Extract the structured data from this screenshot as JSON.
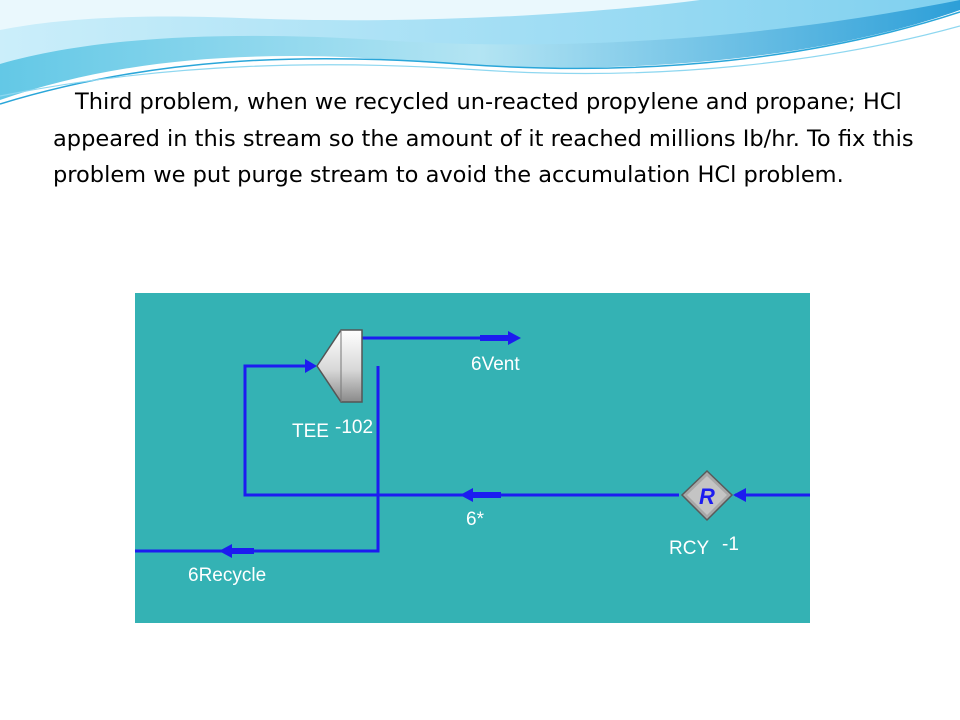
{
  "slide": {
    "paragraph": "Third problem, when we recycled un-reacted propylene and propane; HCl appeared in this stream so the amount of it reached millions Ib/hr. To fix this problem we put purge stream to avoid the accumulation HCl problem."
  },
  "diagram": {
    "colors": {
      "background": "#34b2b4",
      "stream": "#1c1cf0",
      "label": "#ffffff"
    },
    "tee": {
      "name_a": "TEE",
      "name_b": "-102"
    },
    "recycle": {
      "name_a": "RCY",
      "name_b": "-1",
      "symbol": "R"
    },
    "streams": {
      "vent": "6Vent",
      "recycle_stream": "6*",
      "recycle_out": "6Recycle"
    }
  }
}
